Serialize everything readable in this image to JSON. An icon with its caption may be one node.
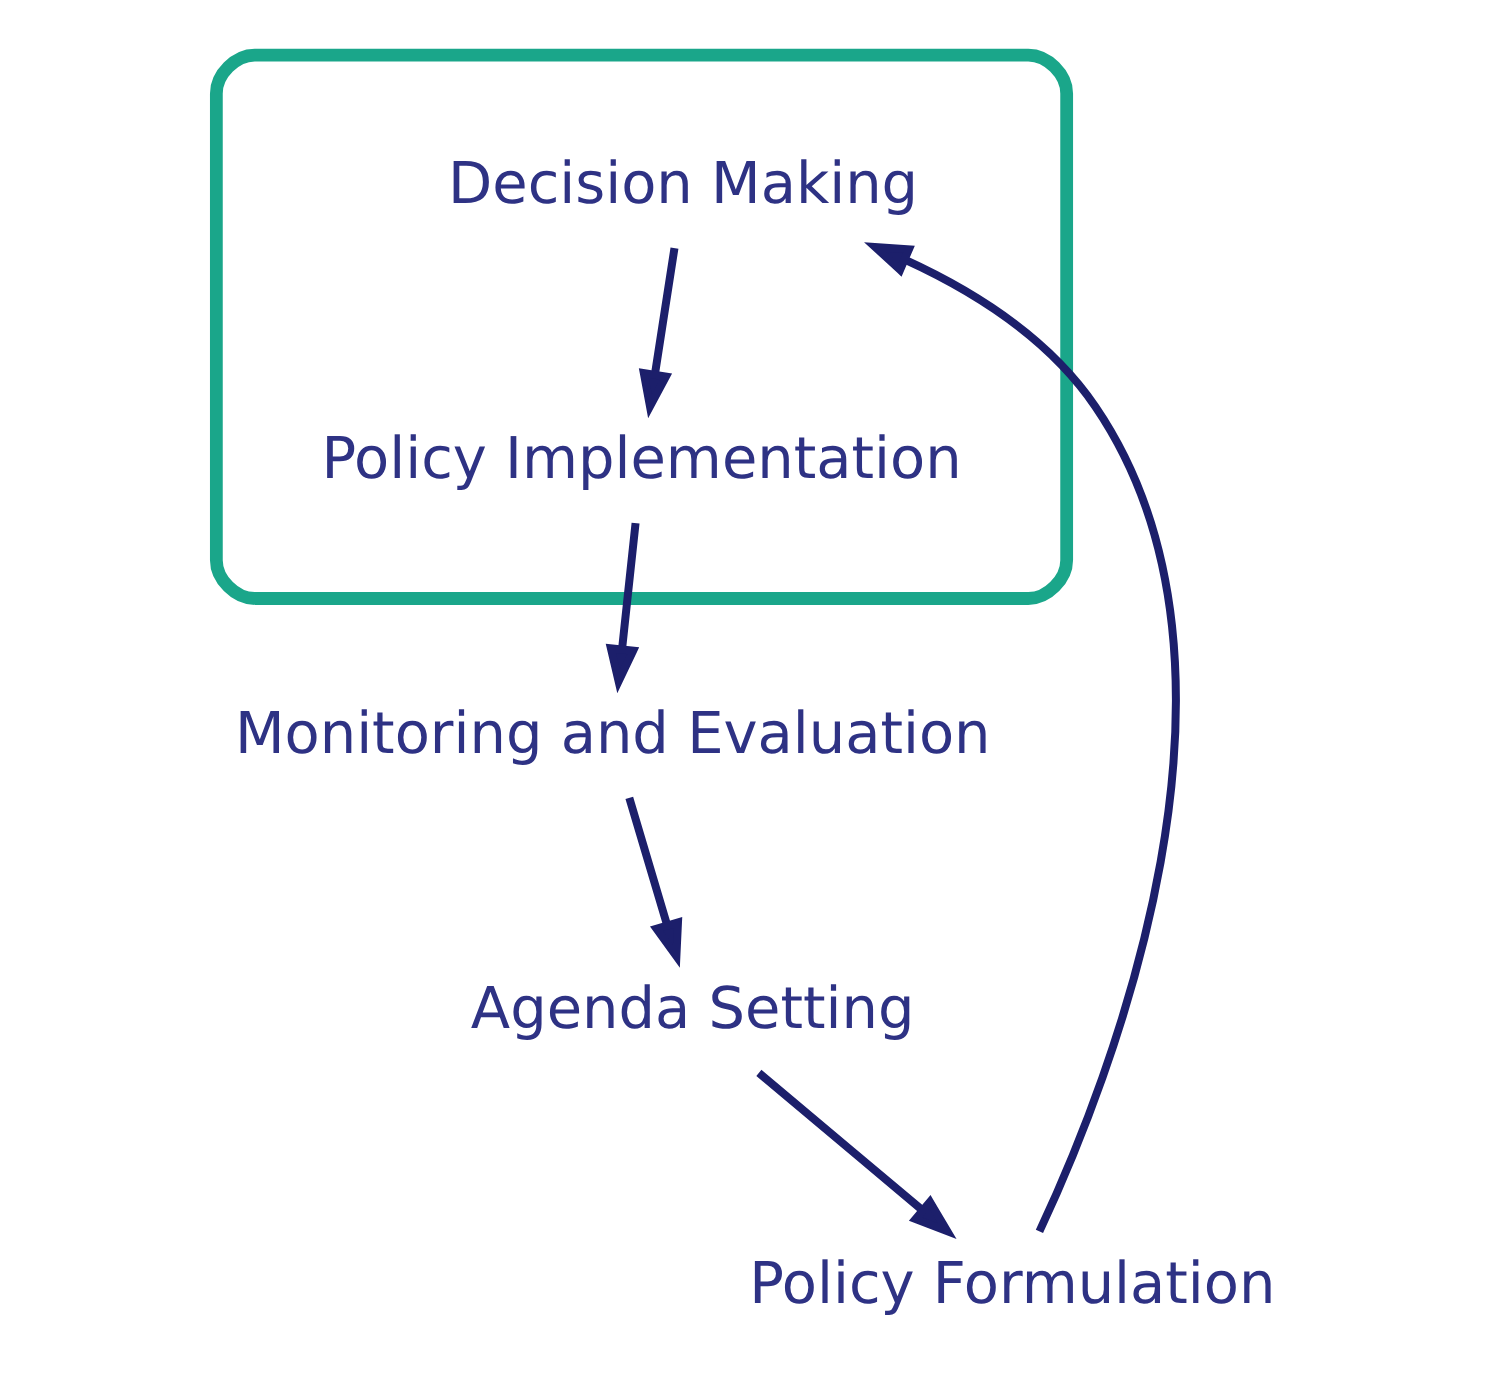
{
  "diagram": {
    "nodes": [
      {
        "text": [
          "Policy Formulation"
        ]
      },
      {
        "text": [],
        "shape": "box"
      },
      {
        "text": [
          "Decision Making"
        ],
        "in": 1
      },
      {
        "text": [
          "Policy Implementation"
        ],
        "in": 1
      },
      {
        "text": [
          "Monitoring and Evaluation"
        ]
      },
      {
        "text": [
          "Agenda Setting"
        ]
      }
    ],
    "edges": [
      {
        "from": 0,
        "to": 2,
        "arrow": "to"
      },
      {
        "from": 2,
        "to": 3,
        "arrow": "to"
      },
      {
        "from": 3,
        "to": 4,
        "arrow": "to"
      },
      {
        "from": 4,
        "to": 5,
        "arrow": "to"
      },
      {
        "from": 5,
        "to": 0,
        "arrow": "to"
      }
    ]
  }
}
